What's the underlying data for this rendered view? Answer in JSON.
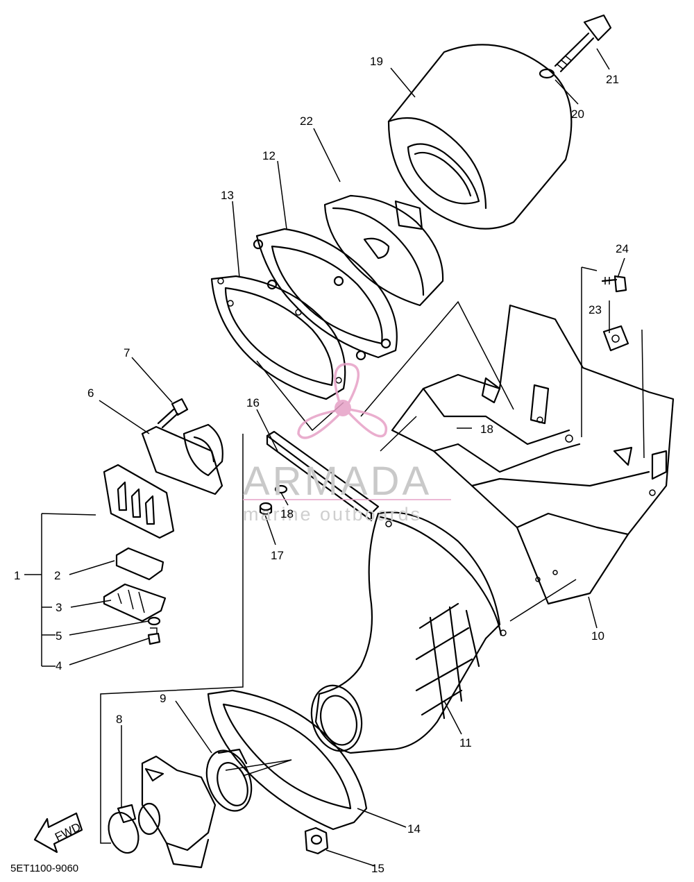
{
  "diagram": {
    "part_numbers": [
      "1",
      "2",
      "3",
      "4",
      "5",
      "6",
      "7",
      "8",
      "9",
      "10",
      "11",
      "12",
      "13",
      "14",
      "15",
      "16",
      "17",
      "18",
      "18",
      "19",
      "20",
      "21",
      "22",
      "23",
      "24"
    ],
    "fwd_label": "FWD",
    "drawing_code": "5ET1100-9060"
  },
  "watermark": {
    "brand": "ARMADA",
    "tagline": "marine outboards",
    "brand_color": "#c9c9c9",
    "logo_color": "#e6a0c6"
  }
}
